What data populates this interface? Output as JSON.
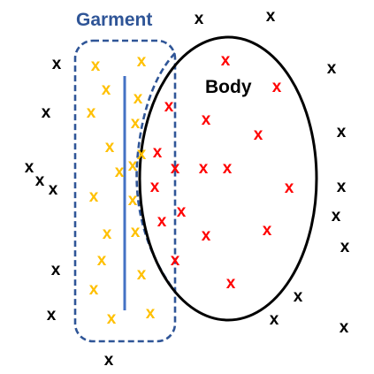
{
  "labels": {
    "garment": "Garment",
    "body": "Body"
  },
  "marker_char": "x",
  "colors": {
    "garment_label": "#2F5597",
    "garment_boundary": "#2F5597",
    "center_line": "#4472C4",
    "body_boundary": "#000000",
    "outside_marker": "#000000",
    "garment_marker": "#FFC000",
    "body_marker": "#FF0000"
  },
  "markers": {
    "outside": 18,
    "garment": 19,
    "body": 17
  }
}
